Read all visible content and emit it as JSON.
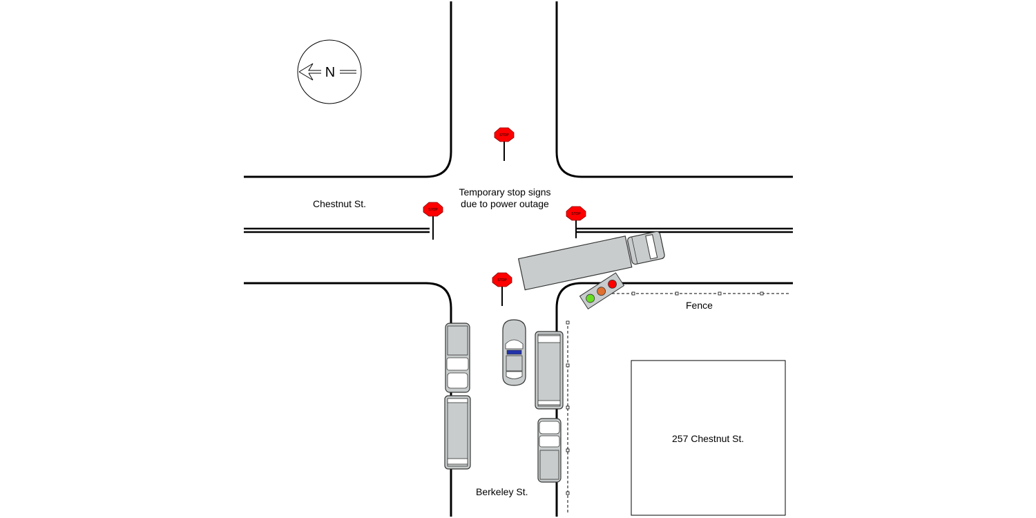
{
  "compass": {
    "letter": "N",
    "icon": "north-arrow-pointing-left"
  },
  "streets": {
    "horizontal": "Chestnut St.",
    "vertical": "Berkeley St."
  },
  "note": {
    "line1": "Temporary stop signs",
    "line2": "due to power outage"
  },
  "fence_label": "Fence",
  "building_label": "257 Chestnut St.",
  "stop_sign_text": "STOP",
  "colors": {
    "stop_sign": "#ff0000",
    "vehicle_fill": "#c8cccc",
    "vehicle_stroke": "#555555",
    "signal_green": "#66dd22",
    "signal_amber": "#e07030",
    "signal_red": "#ff0000",
    "windshield_blue": "#2233aa"
  }
}
